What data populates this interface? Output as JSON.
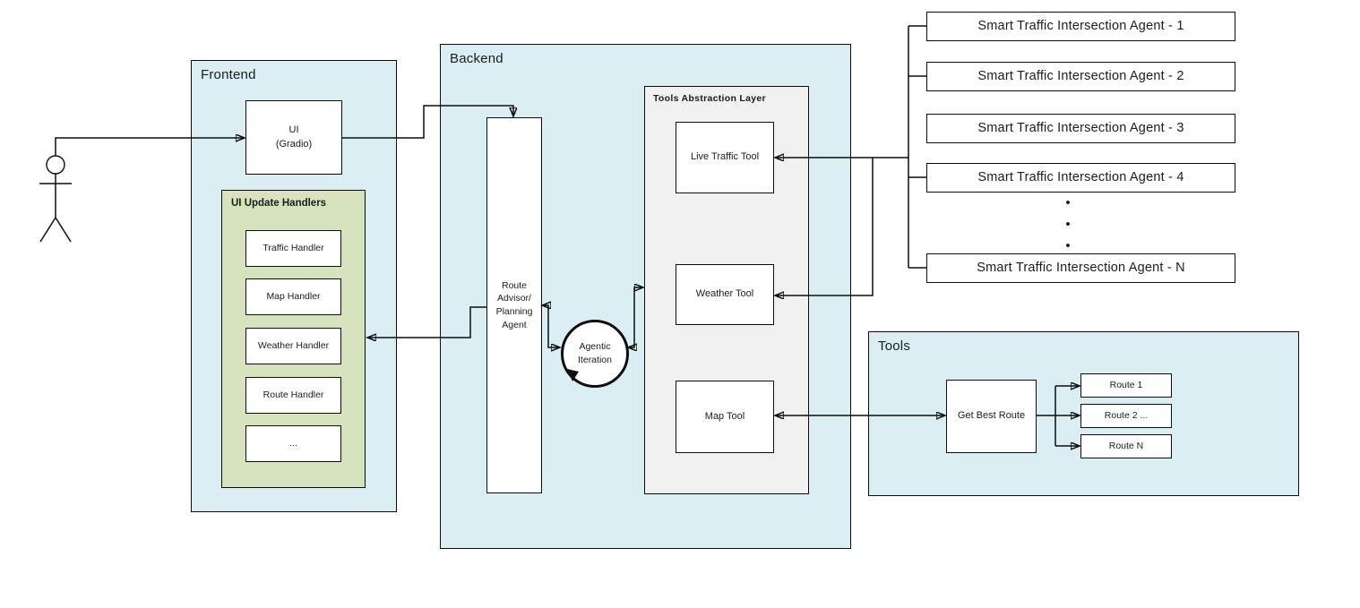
{
  "colors": {
    "section_fill": "#daeef3",
    "handlers_fill": "#d6e3bc",
    "abstraction_fill": "#f1f1f2",
    "node_fill": "#ffffff",
    "line": "#0d0d0d"
  },
  "frontend": {
    "title": "Frontend",
    "ui_node": "UI\n(Gradio)",
    "handlers_title": "UI Update Handlers",
    "handlers": [
      "Traffic Handler",
      "Map Handler",
      "Weather Handler",
      "Route Handler",
      "..."
    ]
  },
  "backend": {
    "title": "Backend",
    "route_advisor": "Route\nAdvisor/\nPlanning\nAgent",
    "agentic_iteration": "Agentic\nIteration",
    "abstraction": {
      "title": "Tools Abstraction Layer",
      "tools": [
        "Live Traffic Tool",
        "Weather Tool",
        "Map Tool"
      ]
    }
  },
  "agents": {
    "items": [
      "Smart Traffic Intersection Agent - 1",
      "Smart Traffic Intersection Agent - 2",
      "Smart Traffic Intersection Agent - 3",
      "Smart Traffic Intersection Agent - 4",
      "Smart Traffic Intersection Agent - N"
    ],
    "ellipsis": "•\n•\n•"
  },
  "tools_section": {
    "title": "Tools",
    "get_best_route": "Get Best Route",
    "routes": [
      "Route 1",
      "Route 2 ...",
      "Route N"
    ]
  }
}
